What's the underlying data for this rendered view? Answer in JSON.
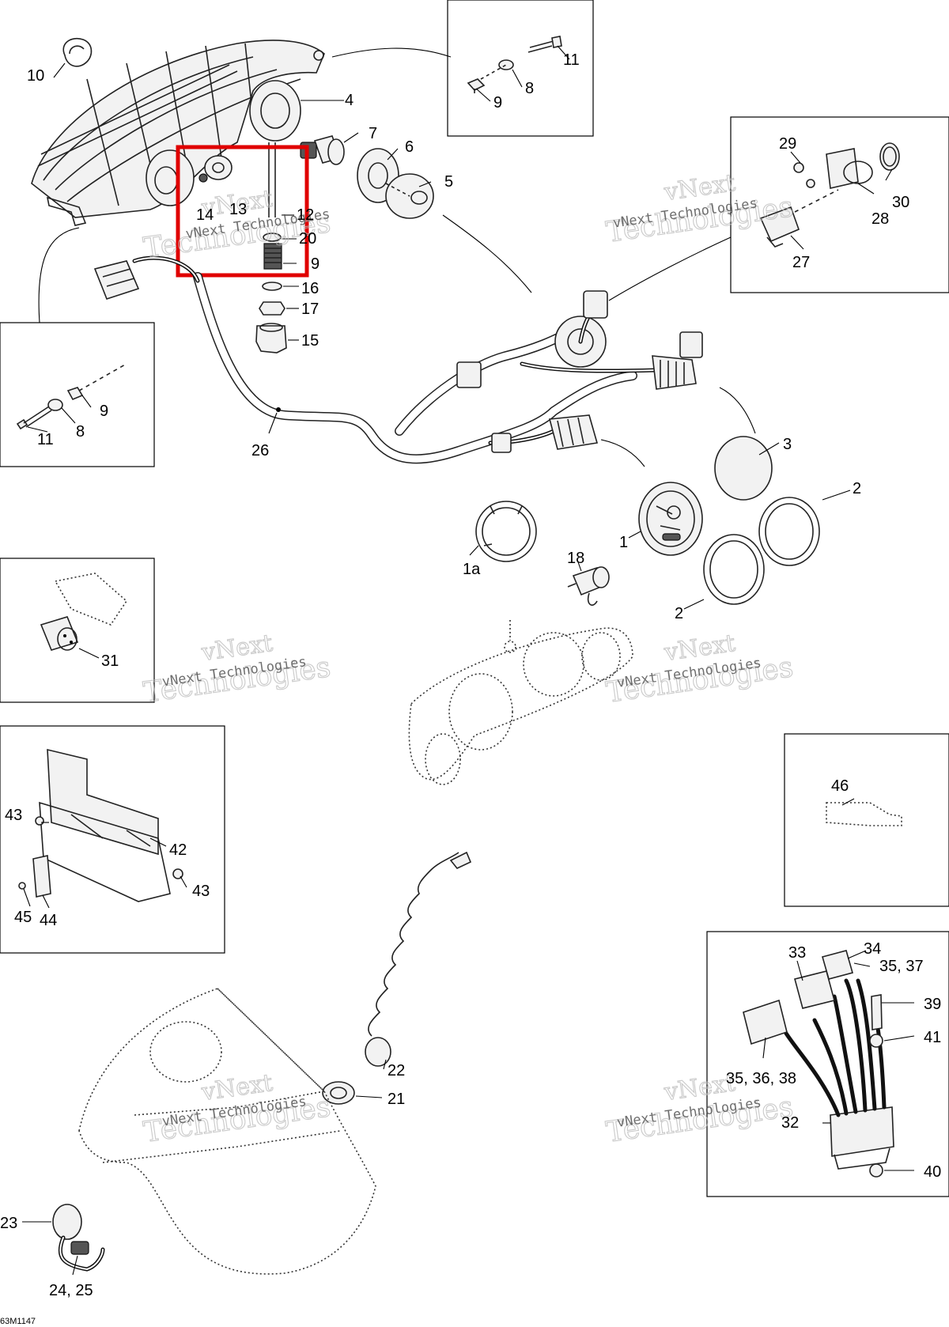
{
  "figure": {
    "code": "63M1147",
    "watermark_lines": [
      "vNext",
      "Technologies"
    ],
    "watermark_small": "vNext Technologies",
    "highlight_color": "#e00000"
  },
  "callouts": {
    "c1": "1",
    "c1a": "1a",
    "c2a": "2",
    "c2b": "2",
    "c3": "3",
    "c4": "4",
    "c5": "5",
    "c6": "6",
    "c7": "7",
    "c8a": "8",
    "c8b": "8",
    "c9a": "9",
    "c9b": "9",
    "c9c": "9",
    "c10": "10",
    "c11a": "11",
    "c11b": "11",
    "c12": "12",
    "c13": "13",
    "c14": "14",
    "c15": "15",
    "c16": "16",
    "c17": "17",
    "c18": "18",
    "c20": "20",
    "c21": "21",
    "c22": "22",
    "c23": "23",
    "c24_25": "24, 25",
    "c26": "26",
    "c27": "27",
    "c28": "28",
    "c29": "29",
    "c30": "30",
    "c31": "31",
    "c32": "32",
    "c33": "33",
    "c34": "34",
    "c35_37": "35, 37",
    "c35_36_38": "35, 36, 38",
    "c39": "39",
    "c40": "40",
    "c41": "41",
    "c42": "42",
    "c43a": "43",
    "c43b": "43",
    "c44": "44",
    "c45": "45",
    "c46": "46"
  }
}
